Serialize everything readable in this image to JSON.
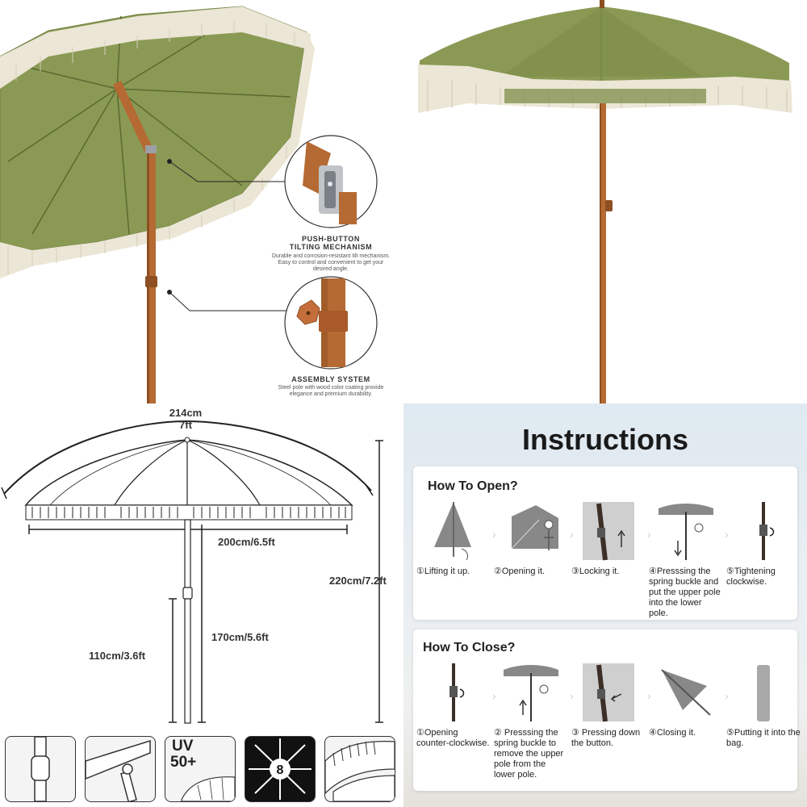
{
  "features": [
    {
      "title": "PUSH-BUTTON TILTING MECHANISM",
      "title_line1": "PUSH-BUTTON",
      "title_line2": "TILTING MECHANISM",
      "desc1": "Durable and corrosion-resistant tilt mechanism.",
      "desc2": "Easy to control and convenient to get your",
      "desc3": "desired angle."
    },
    {
      "title": "ASSEMBLY SYSTEM",
      "desc1": "Steel pole with wood color coating provide",
      "desc2": "elegance and premium durability."
    }
  ],
  "dimensions": {
    "top_cm": "214cm",
    "top_ft": "7ft",
    "canopy": "200cm/6.5ft",
    "total_height": "220cm/7.2ft",
    "lower_pole": "170cm/5.6ft",
    "bottom": "110cm/3.6ft"
  },
  "badges": {
    "uv_line1": "UV",
    "uv_line2": "50+",
    "ribs": "8"
  },
  "instructions": {
    "title": "Instructions",
    "open": {
      "heading": "How To Open?",
      "steps": [
        {
          "label": "①Lifting it up."
        },
        {
          "label": "②Opening it."
        },
        {
          "label": "③Locking it."
        },
        {
          "label": "④Presssing the spring buckle and put the upper pole into the lower pole."
        },
        {
          "label": "⑤Tightening clockwise."
        }
      ]
    },
    "close": {
      "heading": "How To Close?",
      "steps": [
        {
          "label": "①Opening counter-clockwise."
        },
        {
          "label": "② Presssing the spring buckle to remove the upper pole from the lower pole."
        },
        {
          "label": "③ Pressing down the button."
        },
        {
          "label": "④Closing it."
        },
        {
          "label": "⑤Putting it into the bag."
        }
      ]
    }
  },
  "colors": {
    "canopy": "#8a9a55",
    "canopy_dark": "#6f7f3e",
    "fringe": "#ece6d6",
    "pole": "#b56a33"
  }
}
